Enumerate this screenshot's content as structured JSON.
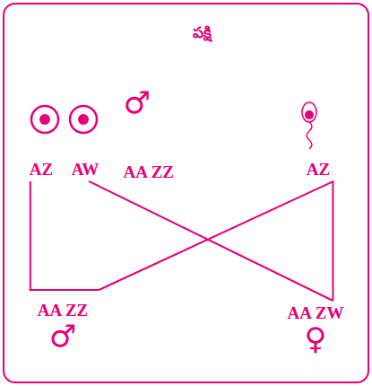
{
  "diagram": {
    "title": "పక్షి",
    "nodes": [
      {
        "text": [
          "AZ"
        ]
      },
      {
        "text": [
          "AW"
        ]
      },
      {
        "text": [
          "AZ"
        ]
      },
      {
        "text": [
          "AA ZZ",
          "♂"
        ]
      },
      {
        "text": [
          "AA ZW",
          "♀"
        ]
      }
    ],
    "edges": [
      {
        "from": 0,
        "to": 3,
        "arrow": "none"
      },
      {
        "from": 1,
        "to": 4,
        "arrow": "none"
      },
      {
        "from": 2,
        "to": 3,
        "arrow": "none"
      },
      {
        "from": 2,
        "to": 4,
        "arrow": "none"
      }
    ],
    "labels": [
      "♀",
      "AA ZW",
      "♂",
      "AA ZZ"
    ]
  }
}
